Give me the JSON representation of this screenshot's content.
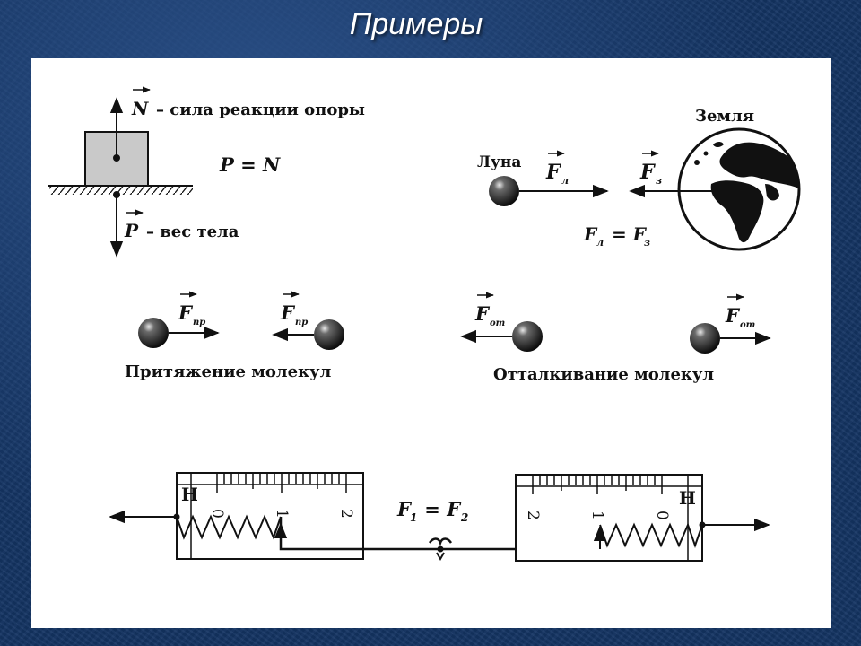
{
  "slide": {
    "title": "Примеры"
  },
  "support": {
    "n_symbol": "N",
    "n_label": "– сила реакции опоры",
    "equation": "P = N",
    "p_symbol": "P",
    "p_label": "– вес тела"
  },
  "gravity": {
    "earth_label": "Земля",
    "moon_label": "Луна",
    "force_symbol": "F",
    "moon_force_sub": "л",
    "earth_force_sub": "з",
    "equation_lhs": "F",
    "equation_lhs_sub": "л",
    "equation_mid": " = F",
    "equation_rhs_sub": "з"
  },
  "molecules": {
    "attraction_caption": "Притяжение молекул",
    "attraction_sub": "пр",
    "repulsion_caption": "Отталкивание молекул",
    "repulsion_sub": "от",
    "force_symbol": "F"
  },
  "dynamometers": {
    "unit": "Н",
    "equation_f": "F",
    "equation_sub1": "1",
    "equation_mid": " = F",
    "equation_sub2": "2",
    "scale_left": [
      "0",
      "1",
      "2"
    ],
    "scale_right": [
      "2",
      "1",
      "0"
    ]
  },
  "colors": {
    "ink": "#111111",
    "block_fill": "#c9c9c9",
    "ball_dark": "#1a1a1a",
    "title": "#ffffff"
  }
}
